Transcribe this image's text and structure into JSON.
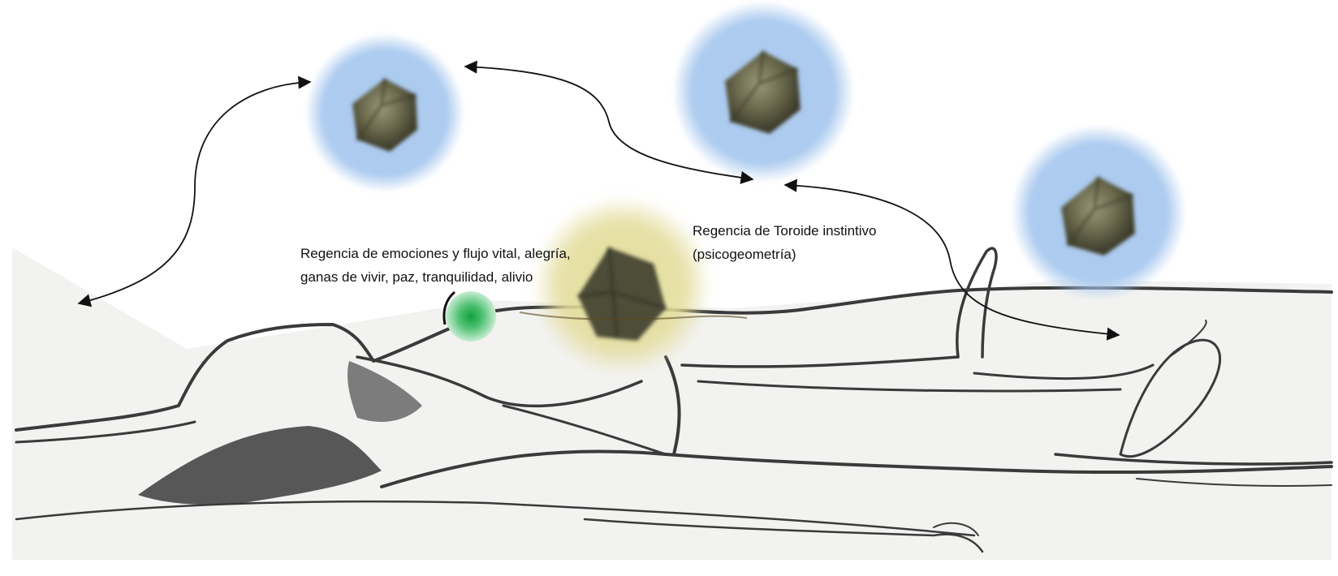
{
  "labels": {
    "emotions": {
      "line1": "Regencia de emociones y flujo vital, alegría,",
      "line2": "ganas de vivir, paz, tranquilidad, alivio"
    },
    "toroid": {
      "line1": "Regencia de Toroide instintivo",
      "line2": "(psicogeometría)"
    }
  },
  "colors": {
    "blue_aura": "#a9c9ef",
    "yellow_aura": "#e3dc9a",
    "green_point": "#22b04e",
    "stone": "#6b6a4e",
    "ink": "#111111",
    "sketch": "#3a3a3a"
  }
}
